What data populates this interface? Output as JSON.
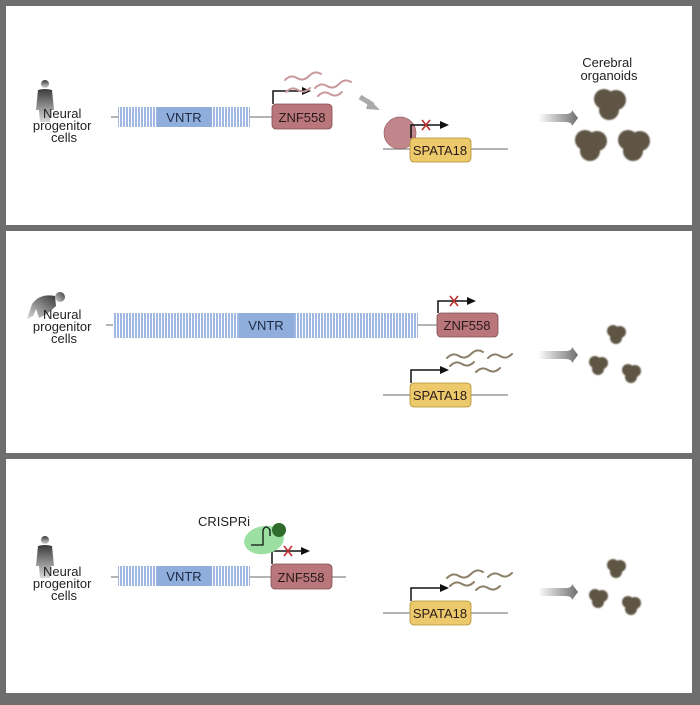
{
  "colors": {
    "frame": "#6e6e6e",
    "panel_bg": "#ffffff",
    "vntr": "#8faedc",
    "vntr_stripe": "#a9c1e6",
    "znf558": "#b9777c",
    "znf558_mrna": "#c99a9c",
    "spata18": "#ecc96b",
    "spata18_mrna": "#8c8068",
    "organoid": "#5e5444",
    "crispri_halo": "#9be0a0",
    "crispri_dot": "#2f6b2a",
    "repressor": "#c1868b",
    "block_x": "#c0302e",
    "arrow_gray": "#8a8a8a"
  },
  "panels": [
    {
      "species": "human",
      "species_icon": "human-silhouette-icon",
      "cell_label": [
        "Neural",
        "progenitor",
        "cells"
      ],
      "vntr_label": "VNTR",
      "vntr_length": "short",
      "znf558_label": "ZNF558",
      "znf558_expressed": true,
      "spata18_label": "SPATA18",
      "spata18_expressed": false,
      "organoid_label": [
        "Cerebral",
        "organoids"
      ],
      "organoid_size": "large"
    },
    {
      "species": "chimpanzee",
      "species_icon": "chimpanzee-silhouette-icon",
      "cell_label": [
        "Neural",
        "progenitor",
        "cells"
      ],
      "vntr_label": "VNTR",
      "vntr_length": "long",
      "znf558_label": "ZNF558",
      "znf558_expressed": false,
      "spata18_label": "SPATA18",
      "spata18_expressed": true,
      "organoid_size": "small"
    },
    {
      "species": "human",
      "species_icon": "human-silhouette-icon",
      "cell_label": [
        "Neural",
        "progenitor",
        "cells"
      ],
      "vntr_label": "VNTR",
      "vntr_length": "short",
      "crispri_label": "CRISPRi",
      "znf558_label": "ZNF558",
      "znf558_expressed": false,
      "spata18_label": "SPATA18",
      "spata18_expressed": true,
      "organoid_size": "small"
    }
  ]
}
